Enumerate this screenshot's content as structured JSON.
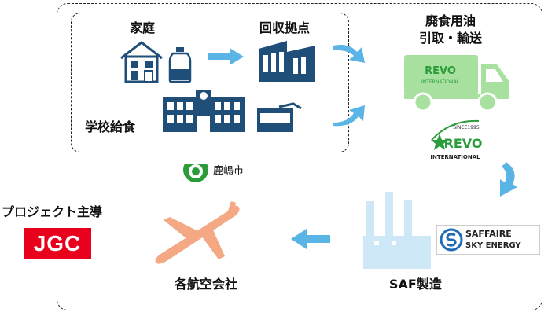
{
  "labels": {
    "home": "家庭",
    "collection_point": "回収拠点",
    "school_lunch": "学校給食",
    "waste_oil": "廃食用油\n引取・輸送",
    "saf_production": "SAF製造",
    "airlines": "各航空会社",
    "project_lead": "プロジェクト主導"
  },
  "logos": {
    "kashima": "鹿嶋市",
    "revo_since": "SINCE1995",
    "revo_name": "REVO",
    "revo_sub": "INTERNATIONAL",
    "saffaire_line1": "SAFFAIRE",
    "saffaire_line2": "SKY ENERGY",
    "jgc": "JGC"
  },
  "colors": {
    "navy": "#1f4e79",
    "arrow_blue": "#5ab4e5",
    "truck_green": "#a8e0a0",
    "factory_blue": "#cfe8f7",
    "plane_orange": "#f4a883",
    "jgc_red": "#e8001c",
    "revo_green": "#2a9d3a"
  }
}
